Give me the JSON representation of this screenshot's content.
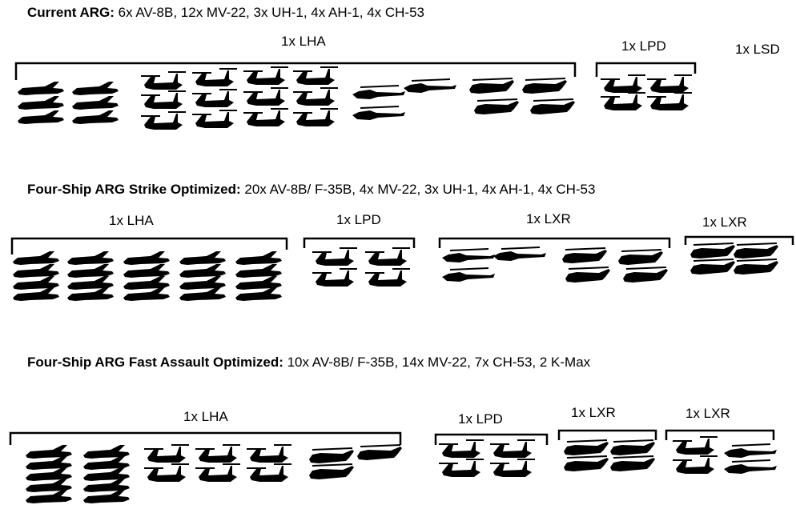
{
  "colors": {
    "silhouette": "#000000",
    "background": "#ffffff"
  },
  "icon_names": [
    "harrier-jet-icon",
    "osprey-tiltrotor-icon",
    "cobra-helicopter-icon",
    "stallion-helicopter-icon"
  ],
  "rows": [
    {
      "title": "Current ARG:",
      "detail": " 6x AV-8B, 12x MV-22, 3x UH-1, 4x AH-1, 4x CH-53",
      "ships": [
        "1x LHA",
        "1x LPD",
        "1x LSD"
      ]
    },
    {
      "title": "Four-Ship ARG Strike Optimized:",
      "detail": " 20x AV-8B/ F-35B, 4x MV-22, 3x UH-1, 4x AH-1, 4x CH-53",
      "ships": [
        "1x LHA",
        "1x LPD",
        "1x LXR",
        "1x LXR"
      ]
    },
    {
      "title": "Four-Ship ARG Fast Assault Optimized:",
      "detail": " 10x AV-8B/ F-35B, 14x MV-22, 7x CH-53, 2 K-Max",
      "ships": [
        "1x LHA",
        "1x LPD",
        "1x LXR",
        "1x LXR"
      ]
    }
  ]
}
